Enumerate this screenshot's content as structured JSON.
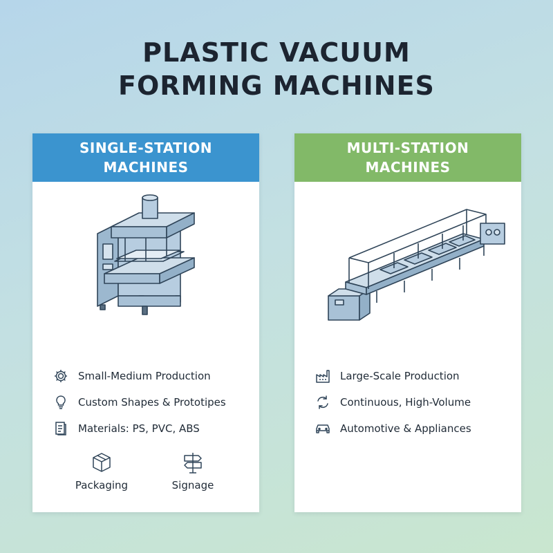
{
  "title": {
    "line1": "PLASTIC VACUUM",
    "line2": "FORMING MACHINES"
  },
  "single": {
    "heading_line1": "SINGLE-STATION",
    "heading_line2": "MACHINES",
    "color": "#3b94cf",
    "features": [
      {
        "icon": "gear-icon",
        "label": "Small-Medium Production"
      },
      {
        "icon": "lightbulb-icon",
        "label": "Custom Shapes & Prototipes"
      },
      {
        "icon": "document-icon",
        "label": "Materials: PS, PVC, ABS"
      }
    ],
    "applications": [
      {
        "icon": "box-icon",
        "label": "Packaging"
      },
      {
        "icon": "signpost-icon",
        "label": "Signage"
      }
    ]
  },
  "multi": {
    "heading_line1": "MULTI-STATION",
    "heading_line2": "MACHINES",
    "color": "#82b968",
    "features": [
      {
        "icon": "factory-icon",
        "label": "Large-Scale Production"
      },
      {
        "icon": "cycle-icon",
        "label": "Continuous, High-Volume"
      },
      {
        "icon": "car-icon",
        "label": "Automotive & Appliances"
      }
    ]
  }
}
